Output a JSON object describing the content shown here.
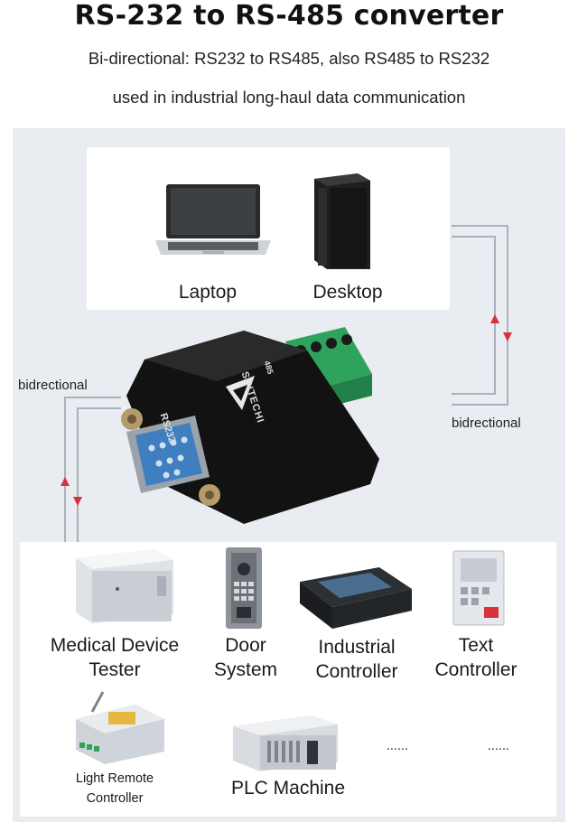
{
  "header": {
    "title": "RS-232 to RS-485 converter",
    "subtitle_1": "Bi-directional: RS232 to RS485, also RS485 to RS232",
    "subtitle_2": "used in industrial long-haul data communication"
  },
  "hosts": [
    {
      "label": "Laptop",
      "icon": "laptop-icon"
    },
    {
      "label": "Desktop",
      "icon": "desktop-tower-icon"
    }
  ],
  "flow": {
    "left_label": "bidrectional",
    "right_label": "bidrectional",
    "arrow_color": "#d9303a"
  },
  "converter": {
    "brand": "SINTECHI",
    "port_label": "RS232",
    "terminal_label": "485"
  },
  "devices": [
    {
      "label_1": "Medical Device",
      "label_2": "Tester",
      "icon": "medical-tester-icon"
    },
    {
      "label_1": "Door",
      "label_2": "System",
      "icon": "door-system-icon"
    },
    {
      "label_1": "Industrial",
      "label_2": "Controller",
      "icon": "industrial-controller-icon"
    },
    {
      "label_1": "Text",
      "label_2": "Controller",
      "icon": "text-controller-icon"
    },
    {
      "label_1": "Light Remote",
      "label_2": "Controller",
      "icon": "light-remote-icon"
    },
    {
      "label_1": "PLC Machine",
      "label_2": "",
      "icon": "plc-machine-icon"
    },
    {
      "label_1": "......",
      "label_2": "",
      "icon": ""
    },
    {
      "label_1": "......",
      "label_2": "",
      "icon": ""
    }
  ]
}
